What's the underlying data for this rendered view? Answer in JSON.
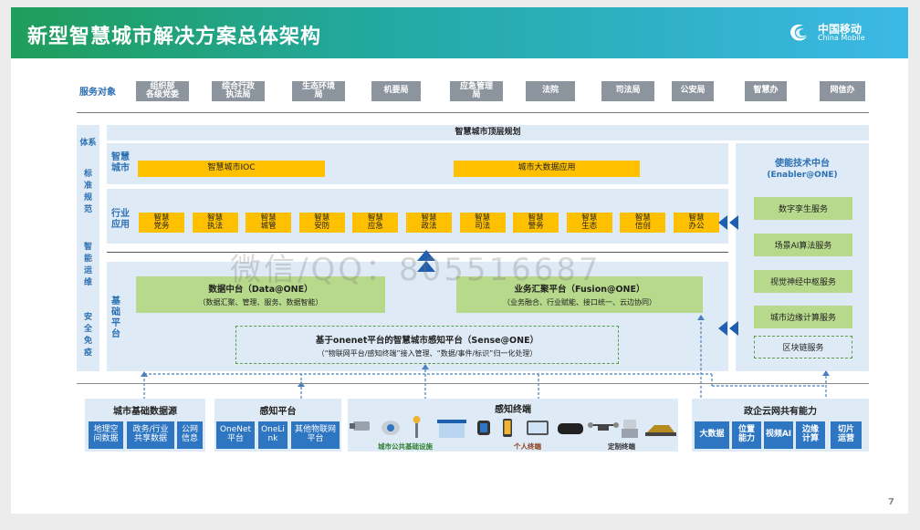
{
  "title": "新型智慧城市解决方案总体架构",
  "logo": {
    "cn": "中国移动",
    "en": "China Mobile"
  },
  "services": {
    "label": "服务对象",
    "items": [
      "组织部\n各级党委",
      "综合行政\n执法局",
      "生态环境\n局",
      "机要局",
      "应急管理\n局",
      "法院",
      "司法局",
      "公安局",
      "智慧办",
      "网信办"
    ]
  },
  "top_plan": "智慧城市顶层规划",
  "tixi": {
    "title": "体系",
    "standard": "标准规范",
    "ops": "智能运维",
    "security": "安全免疫"
  },
  "smart_city": {
    "label": "智慧\n城市",
    "ioc": "智慧城市IOC",
    "bigdata": "城市大数据应用"
  },
  "industry": {
    "label": "行业\n应用",
    "items": [
      "智慧\n党务",
      "智慧\n执法",
      "智慧\n城管",
      "智慧\n安防",
      "智慧\n应急",
      "智慧\n政法",
      "智慧\n司法",
      "智慧\n警务",
      "智慧\n生态",
      "智慧\n信创",
      "智慧\n办公"
    ]
  },
  "base": {
    "label": "基础\n平台",
    "data_title": "数据中台（Data@ONE）",
    "data_sub": "（数据汇聚、管理、服务、数据智能）",
    "fusion_title": "业务汇聚平台（Fusion@ONE）",
    "fusion_sub": "（业务融合、行业赋能、接口统一、云边协同）",
    "sense_title": "基于onenet平台的智慧城市感知平台（Sense@ONE）",
    "sense_sub": "（“物联网平台/感知终端”接入管理、“数据/事件/标识”归一化处理）"
  },
  "enabler": {
    "title": "使能技术中台",
    "subtitle": "(Enabler@ONE)",
    "items": [
      "数字孪生服务",
      "场景AI算法服务",
      "视觉神经中枢服务",
      "城市边缘计算服务",
      "区块链服务"
    ]
  },
  "bottom": {
    "city_data": {
      "title": "城市基础数据源",
      "items": [
        "地理空\n间数据",
        "政务/行业\n共享数据",
        "公网\n信息"
      ]
    },
    "perception": {
      "title": "感知平台",
      "items": [
        "OneNet\n平台",
        "OneLi\nnk",
        "其他物联网\n平台"
      ]
    },
    "terminals": {
      "title": "感知终端",
      "public": "城市公共基础设施",
      "personal": "个人终端",
      "custom": "定制终端"
    },
    "gov_cloud": {
      "title": "政企云网共有能力",
      "items": [
        "大数据",
        "位置\n能力",
        "视频AI",
        "边缘\n计算",
        "切片\n运营"
      ]
    }
  },
  "watermark": "微信/QQ：805516687",
  "page_number": "7",
  "colors": {
    "yellow": "#ffc000",
    "green": "#b7d98b",
    "panel": "#deebf6",
    "blue": "#2e75c2",
    "gray": "#8c949e",
    "title_green": "#1f9d5a",
    "title_blue": "#3cb8e6"
  }
}
